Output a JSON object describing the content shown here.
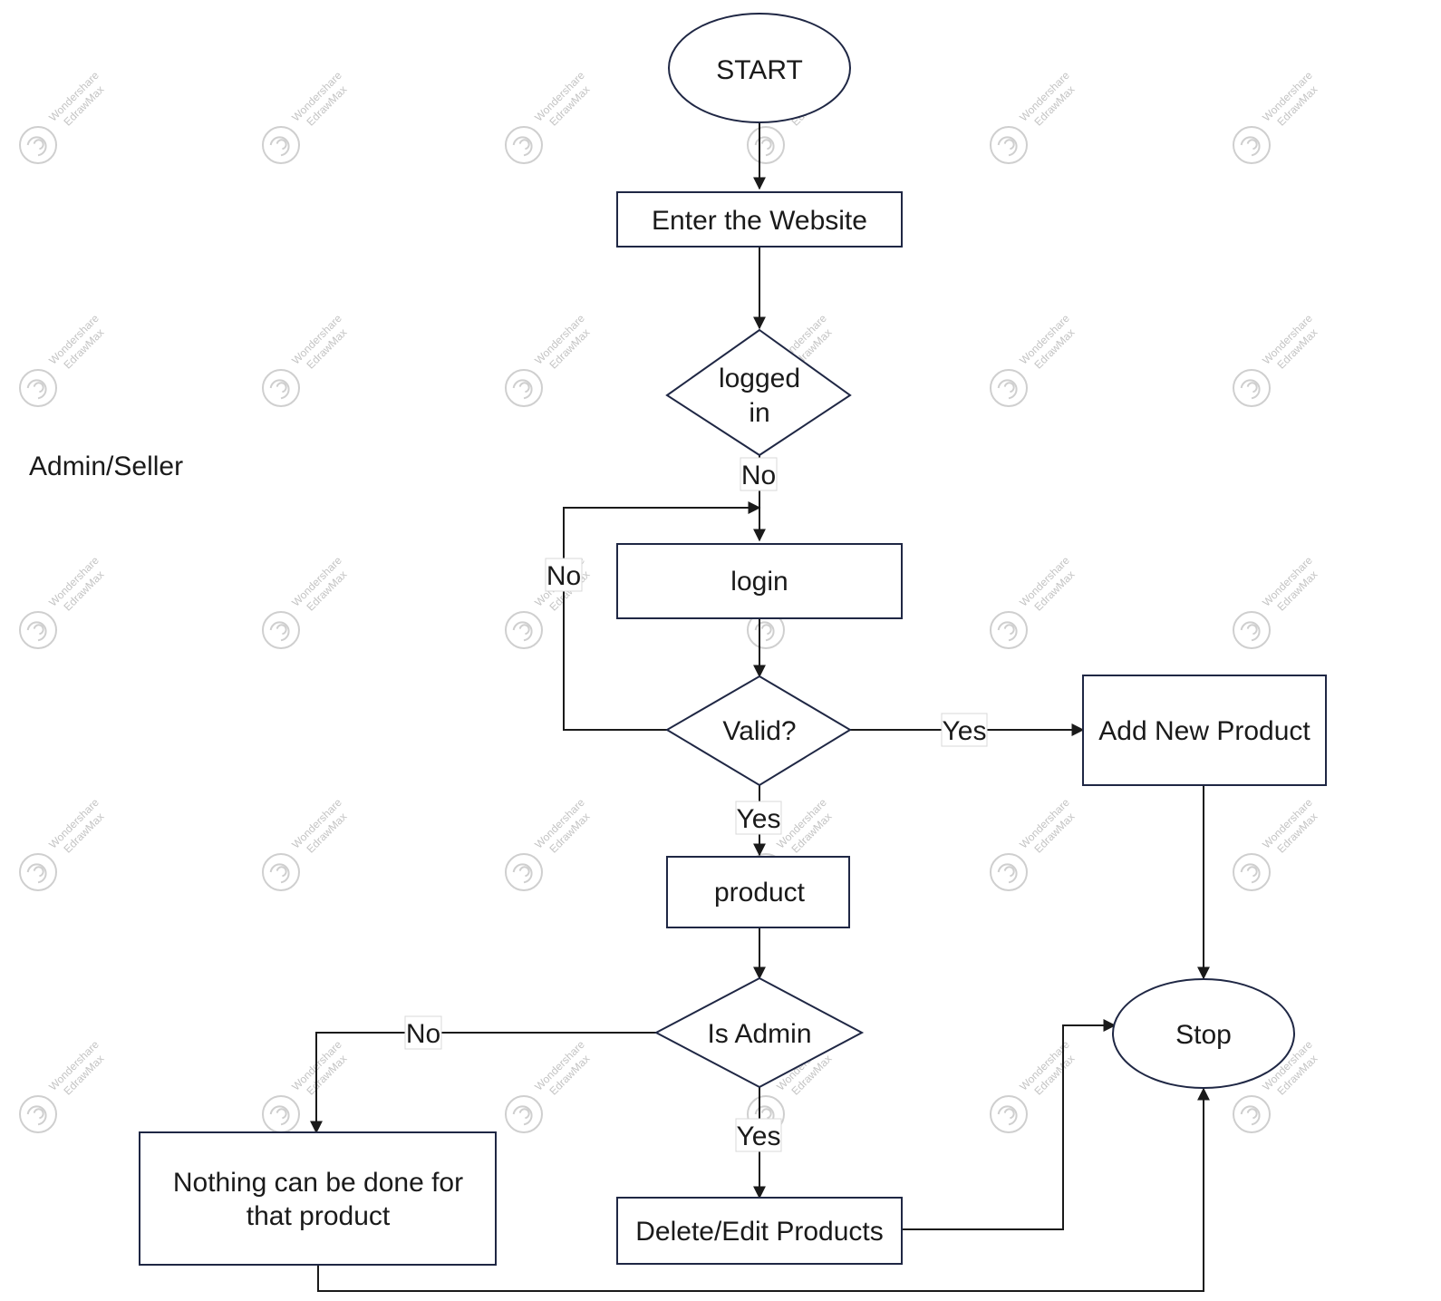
{
  "side_label": "Admin/Seller",
  "watermark": {
    "line1": "Wondershare",
    "line2": "EdrawMax",
    "icon": "edrawmax-logo-icon"
  },
  "nodes": {
    "start": "START",
    "enter_website": "Enter the Website",
    "logged_in_1": "logged",
    "logged_in_2": "in",
    "login": "login",
    "valid": "Valid?",
    "add_new_product": "Add New Product",
    "product": "product",
    "is_admin": "Is Admin",
    "nothing_1": "Nothing can be done for",
    "nothing_2": "that product",
    "delete_edit": "Delete/Edit Products",
    "stop": "Stop"
  },
  "edge_labels": {
    "logged_in_no": "No",
    "valid_no": "No",
    "valid_yes_right": "Yes",
    "valid_yes_down": "Yes",
    "is_admin_no": "No",
    "is_admin_yes": "Yes"
  },
  "colors": {
    "shape_stroke": "#1f2744",
    "edge": "#1a1a1a",
    "watermark": "#c4c4c4"
  }
}
